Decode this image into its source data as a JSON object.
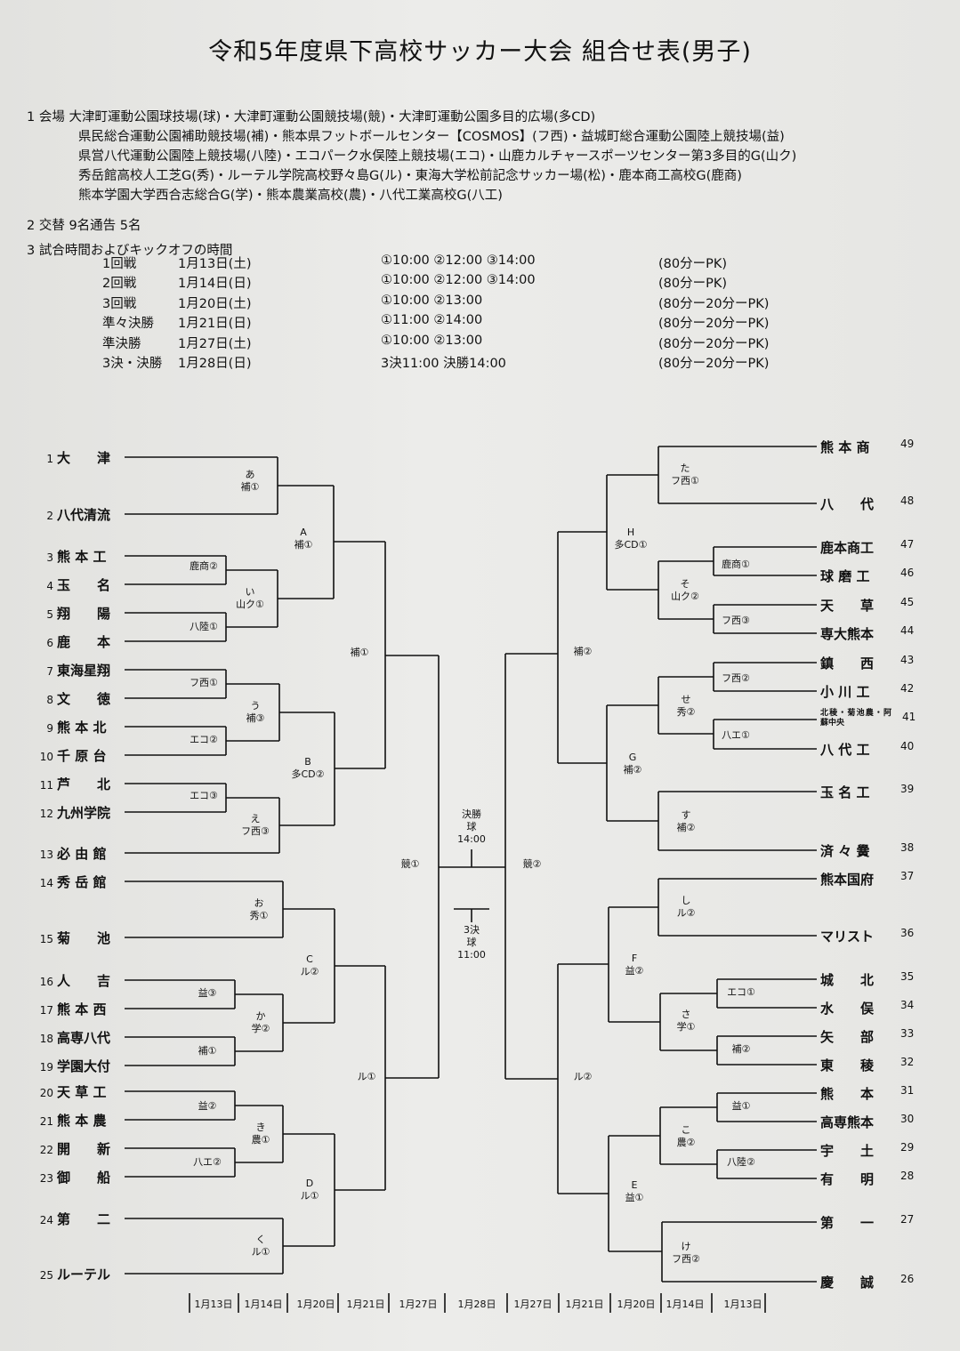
{
  "title": "令和5年度県下高校サッカー大会 組合せ表(男子)",
  "venues": [
    "1 会場 大津町運動公園球技場(球)・大津町運動公園競技場(競)・大津町運動公園多目的広場(多CD)",
    "県民総合運動公園補助競技場(補)・熊本県フットボールセンター【COSMOS】(フ西)・益城町総合運動公園陸上競技場(益)",
    "県営八代運動公園陸上競技場(八陸)・エコパーク水俣陸上競技場(エコ)・山鹿カルチャースポーツセンター第3多目的G(山ク)",
    "秀岳館高校人工芝G(秀)・ルーテル学院高校野々島G(ル)・東海大学松前記念サッカー場(松)・鹿本商工高校G(鹿商)",
    "熊本学園大学西合志総合G(学)・熊本農業高校(農)・八代工業高校G(八工)"
  ],
  "substitution": "2 交替 9名通告 5名",
  "schedule_heading": "3 試合時間およびキックオフの時間",
  "schedule": [
    {
      "round": "1回戦",
      "date": "1月13日(土)",
      "times": "①10:00 ②12:00 ③14:00",
      "format": "(80分ーPK)"
    },
    {
      "round": "2回戦",
      "date": "1月14日(日)",
      "times": "①10:00 ②12:00 ③14:00",
      "format": "(80分ーPK)"
    },
    {
      "round": "3回戦",
      "date": "1月20日(土)",
      "times": "①10:00 ②13:00",
      "format": "(80分ー20分ーPK)"
    },
    {
      "round": "準々決勝",
      "date": "1月21日(日)",
      "times": "①11:00 ②14:00",
      "format": "(80分ー20分ーPK)"
    },
    {
      "round": "準決勝",
      "date": "1月27日(土)",
      "times": "①10:00 ②13:00",
      "format": "(80分ー20分ーPK)"
    },
    {
      "round": "3決・決勝",
      "date": "1月28日(日)",
      "times": "3決11:00 決勝14:00",
      "format": "(80分ー20分ーPK)"
    }
  ],
  "left_teams": [
    {
      "num": "1",
      "name": "大　　津"
    },
    {
      "num": "2",
      "name": "八代清流"
    },
    {
      "num": "3",
      "name": "熊 本 工"
    },
    {
      "num": "4",
      "name": "玉　　名"
    },
    {
      "num": "5",
      "name": "翔　　陽"
    },
    {
      "num": "6",
      "name": "鹿　　本"
    },
    {
      "num": "7",
      "name": "東海星翔"
    },
    {
      "num": "8",
      "name": "文　　徳"
    },
    {
      "num": "9",
      "name": "熊 本 北"
    },
    {
      "num": "10",
      "name": "千 原 台"
    },
    {
      "num": "11",
      "name": "芦　　北"
    },
    {
      "num": "12",
      "name": "九州学院"
    },
    {
      "num": "13",
      "name": "必 由 館"
    },
    {
      "num": "14",
      "name": "秀 岳 館"
    },
    {
      "num": "15",
      "name": "菊　　池"
    },
    {
      "num": "16",
      "name": "人　　吉"
    },
    {
      "num": "17",
      "name": "熊 本 西"
    },
    {
      "num": "18",
      "name": "高専八代"
    },
    {
      "num": "19",
      "name": "学園大付"
    },
    {
      "num": "20",
      "name": "天 草 工"
    },
    {
      "num": "21",
      "name": "熊 本 農"
    },
    {
      "num": "22",
      "name": "開　　新"
    },
    {
      "num": "23",
      "name": "御　　船"
    },
    {
      "num": "24",
      "name": "第　　二"
    },
    {
      "num": "25",
      "name": "ルーテル"
    }
  ],
  "right_teams": [
    {
      "num": "49",
      "name": "熊 本 商"
    },
    {
      "num": "48",
      "name": "八　　代"
    },
    {
      "num": "47",
      "name": "鹿本商工"
    },
    {
      "num": "46",
      "name": "球 磨 工"
    },
    {
      "num": "45",
      "name": "天　　草"
    },
    {
      "num": "44",
      "name": "専大熊本"
    },
    {
      "num": "43",
      "name": "鎮　　西"
    },
    {
      "num": "42",
      "name": "小 川 工"
    },
    {
      "num": "41",
      "name": "北稜・菊池農・阿蘇中央"
    },
    {
      "num": "40",
      "name": "八 代 工"
    },
    {
      "num": "39",
      "name": "玉 名 工"
    },
    {
      "num": "38",
      "name": "済 々 黌"
    },
    {
      "num": "37",
      "name": "熊本国府"
    },
    {
      "num": "36",
      "name": "マリスト"
    },
    {
      "num": "35",
      "name": "城　　北"
    },
    {
      "num": "34",
      "name": "水　　俣"
    },
    {
      "num": "33",
      "name": "矢　　部"
    },
    {
      "num": "32",
      "name": "東　　稜"
    },
    {
      "num": "31",
      "name": "熊　　本"
    },
    {
      "num": "30",
      "name": "高専熊本"
    },
    {
      "num": "29",
      "name": "宇　　土"
    },
    {
      "num": "28",
      "name": "有　　明"
    },
    {
      "num": "27",
      "name": "第　　一"
    },
    {
      "num": "26",
      "name": "慶　　誠"
    }
  ],
  "match_labels": [
    "あ\n補①",
    "A\n補①",
    "鹿商②",
    "い\n山ク①",
    "八陸①",
    "補①",
    "フ西①",
    "う\n補③",
    "エコ②",
    "B\n多CD②",
    "エコ③",
    "え\nフ西③",
    "競①",
    "お\n秀①",
    "C\nル②",
    "益③",
    "か\n学②",
    "補①",
    "ル①",
    "益②",
    "き\n農①",
    "八エ②",
    "D\nル①",
    "く\nル①",
    "た\nフ西①",
    "H\n多CD①",
    "鹿商①",
    "そ\n山ク②",
    "フ西③",
    "補②",
    "フ西②",
    "せ\n秀②",
    "八エ①",
    "G\n補②",
    "す\n補②",
    "競②",
    "し\nル②",
    "F\n益②",
    "エコ①",
    "さ\n学①",
    "補②",
    "ル②",
    "益①",
    "こ\n農②",
    "八陸②",
    "E\n益①",
    "け\nフ西②",
    "決勝\n球\n14:00",
    "3決\n球\n11:00"
  ],
  "round_dates": [
    "1月13日",
    "1月14日",
    "1月20日",
    "1月21日",
    "1月27日",
    "1月28日",
    "1月27日",
    "1月21日",
    "1月20日",
    "1月14日",
    "1月13日"
  ]
}
